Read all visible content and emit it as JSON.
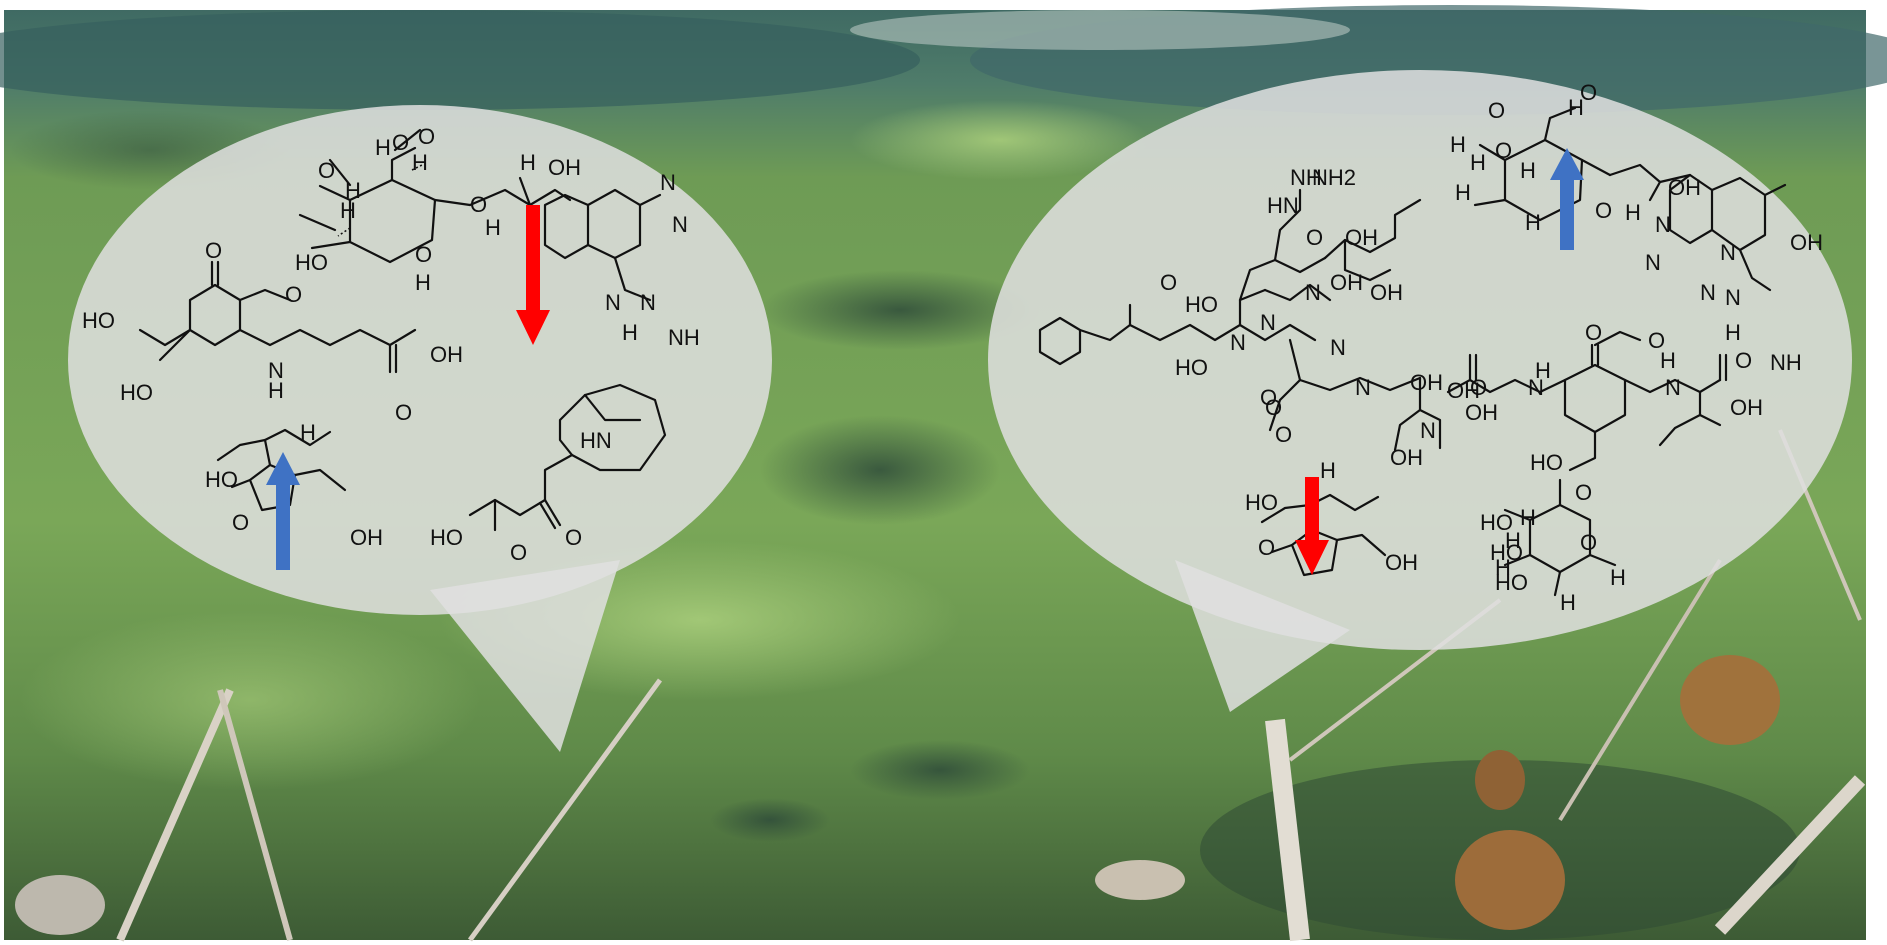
{
  "colors": {
    "down_arrow": "#ff0000",
    "up_arrow": "#3f72c4",
    "bubble": "#e0e0e0",
    "water": "#6b9a4a"
  },
  "bubble_left": {
    "pterin_glycoside": {
      "labels": [
        "O",
        "O",
        "O",
        "O",
        "O",
        "H",
        "H",
        "H",
        "H",
        "H",
        "H",
        "H",
        "HO",
        "OH",
        "N",
        "N",
        "N",
        "N",
        "H",
        "NH"
      ],
      "arrow": "down"
    },
    "mycosporine": {
      "labels": [
        "O",
        "O",
        "HO",
        "HO",
        "N",
        "H",
        "OH",
        "O"
      ]
    },
    "cyclopentanone": {
      "labels": [
        "HO",
        "H",
        "O",
        "OH"
      ],
      "arrow": "up"
    },
    "anatoxin_precursor": {
      "labels": [
        "HN",
        "O",
        "HO",
        "O"
      ]
    }
  },
  "bubble_right": {
    "peptide": {
      "labels": [
        "NH",
        "HN",
        "NH2",
        "O",
        "OH",
        "HO",
        "N",
        "O",
        "N",
        "O",
        "OH",
        "N",
        "OH",
        "N",
        "HO",
        "N",
        "O",
        "O",
        "OH",
        "N",
        "OH",
        "OH"
      ]
    },
    "pterin_glycoside": {
      "labels": [
        "O",
        "O",
        "O",
        "O",
        "H",
        "H",
        "H",
        "H",
        "H",
        "H",
        "H",
        "OH",
        "N",
        "N",
        "N",
        "OH",
        "N",
        "N",
        "H",
        "NH"
      ],
      "arrow": "up"
    },
    "mycosporine_glycoside": {
      "labels": [
        "O",
        "O",
        "O",
        "OH",
        "N",
        "H",
        "H",
        "N",
        "OH",
        "O",
        "HO",
        "O",
        "H",
        "H",
        "H",
        "HO",
        "HO",
        "HO",
        "O",
        "H",
        "H"
      ]
    },
    "cyclopentanone": {
      "labels": [
        "HO",
        "H",
        "O",
        "OH"
      ],
      "arrow": "down"
    }
  }
}
